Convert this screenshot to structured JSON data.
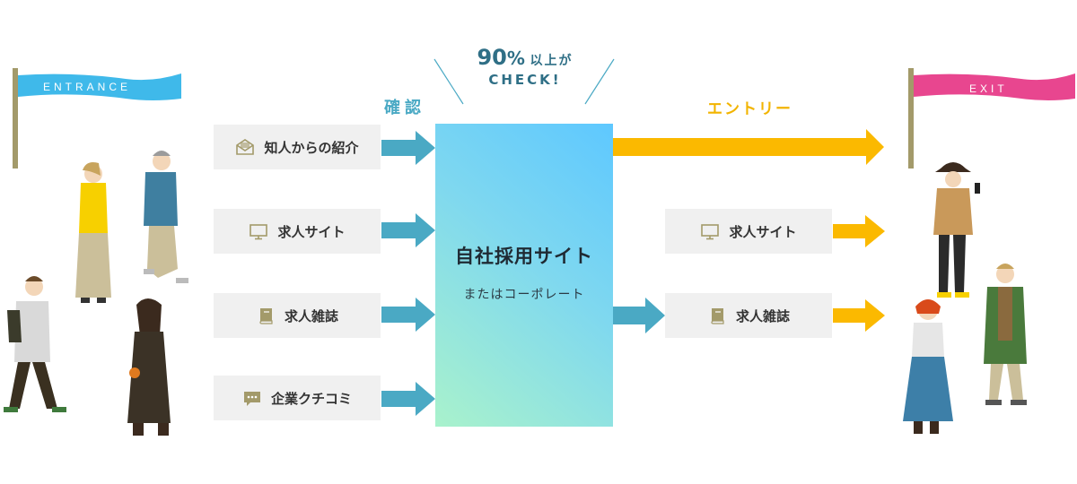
{
  "entrance_flag": {
    "label": "ENTRANCE",
    "color": "#3fb9ea"
  },
  "exit_flag": {
    "label": "EXIT",
    "color": "#e8468f"
  },
  "check_callout": {
    "percent": "90",
    "percent_sign": "%",
    "suffix": "以上が",
    "line2": "CHECK!"
  },
  "confirm_label": "確認",
  "entry_label": "エントリー",
  "sources": [
    {
      "label": "知人からの紹介",
      "icon": "envelope-icon"
    },
    {
      "label": "求人サイト",
      "icon": "monitor-icon"
    },
    {
      "label": "求人雑誌",
      "icon": "book-icon"
    },
    {
      "label": "企業クチコミ",
      "icon": "chat-bubble-icon"
    }
  ],
  "center": {
    "title": "自社採用サイト",
    "subtitle": "またはコーポレート"
  },
  "exit_channels": [
    {
      "label": "求人サイト",
      "icon": "monitor-icon"
    },
    {
      "label": "求人雑誌",
      "icon": "book-icon"
    }
  ],
  "colors": {
    "blue_arrow": "#4aa9c4",
    "yellow_arrow": "#fbb900",
    "box_bg": "#f0f0f0",
    "icon_olive": "#a39a6a",
    "gradient_top": "#5ec8ff",
    "gradient_bottom": "#a9f2cc"
  }
}
